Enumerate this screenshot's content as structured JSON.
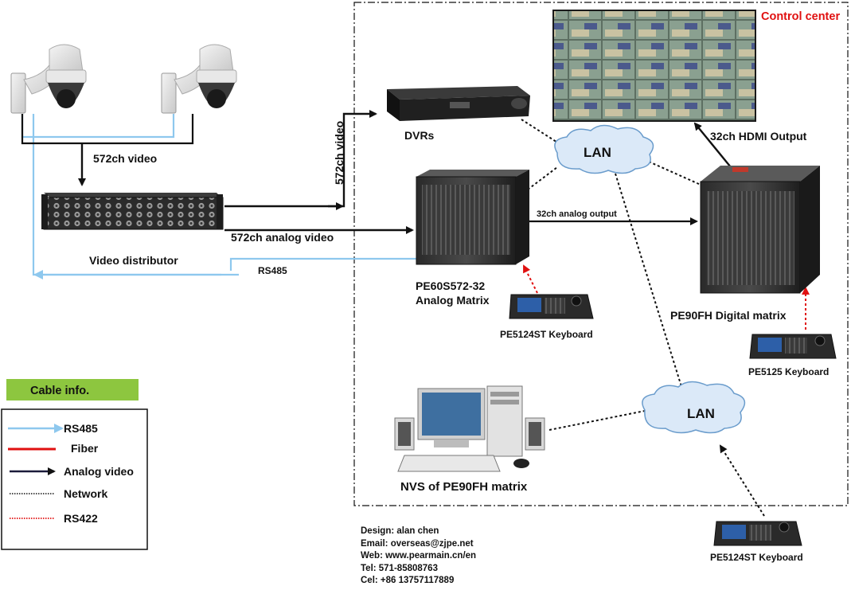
{
  "control_center": {
    "title": "Control center",
    "title_color": "#e01010"
  },
  "labels": {
    "video_572ch": "572ch video",
    "video_572ch_vertical": "572ch video",
    "analog_video_572ch": "572ch analog video",
    "rs485": "RS485",
    "analog_output_32ch": "32ch analog output",
    "hdmi_output_32ch": "32ch HDMI Output"
  },
  "devices": {
    "dvr": "DVRs",
    "lan_top": "LAN",
    "lan_bottom": "LAN",
    "video_distributor": "Video distributor",
    "analog_matrix_model": "PE60S572-32",
    "analog_matrix_name": "Analog Matrix",
    "digital_matrix": "PE90FH Digital matrix",
    "keyboard_analog": "PE5124ST Keyboard",
    "keyboard_digital": "PE5125 Keyboard",
    "keyboard_lan": "PE5124ST Keyboard",
    "nvs": "NVS of PE90FH matrix"
  },
  "legend": {
    "title": "Cable info.",
    "title_bg": "#8dc63f",
    "items": [
      {
        "label": "RS485",
        "color": "#8ec8ee"
      },
      {
        "label": "Fiber",
        "color": "#e01010"
      },
      {
        "label": "Analog  video",
        "color": "#1a1a3a"
      },
      {
        "label": "Network",
        "color": "#111111"
      },
      {
        "label": "RS422",
        "color": "#e01010"
      }
    ]
  },
  "footer": {
    "design": "Design: alan chen",
    "email": "Email: overseas@zjpe.net",
    "web": "Web: www.pearmain.cn/en",
    "tel": "Tel: 571-85808763",
    "cel": "Cel: +86 13757117889"
  },
  "colors": {
    "rs485": "#8ec8ee",
    "analog": "#111111",
    "network": "#111111",
    "rs422": "#e01010"
  }
}
